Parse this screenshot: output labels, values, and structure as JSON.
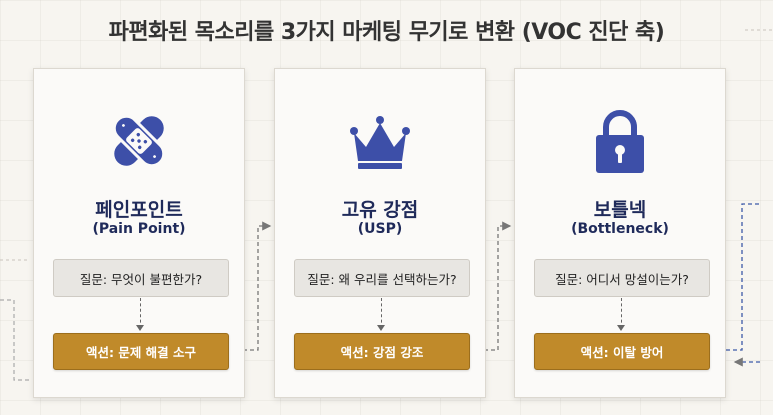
{
  "title": "파편화된 목소리를 3가지 마케팅 무기로 변환 (VOC 진단 축)",
  "colors": {
    "icon_blue": "#3d4fa8",
    "name_navy": "#1f2a5a",
    "action_gold": "#c08a2a",
    "question_gray": "#e8e6e2"
  },
  "cards": [
    {
      "icon": "bandage-icon",
      "name": "페인포인트",
      "sub": "(Pain Point)",
      "question": "질문: 무엇이 불편한가?",
      "action": "액션: 문제 해결 소구"
    },
    {
      "icon": "crown-icon",
      "name": "고유 강점",
      "sub": "(USP)",
      "question": "질문: 왜 우리를 선택하는가?",
      "action": "액션: 강점 강조"
    },
    {
      "icon": "lock-icon",
      "name": "보틀넥",
      "sub": "(Bottleneck)",
      "question": "질문: 어디서 망설이는가?",
      "action": "액션: 이탈 방어"
    }
  ]
}
